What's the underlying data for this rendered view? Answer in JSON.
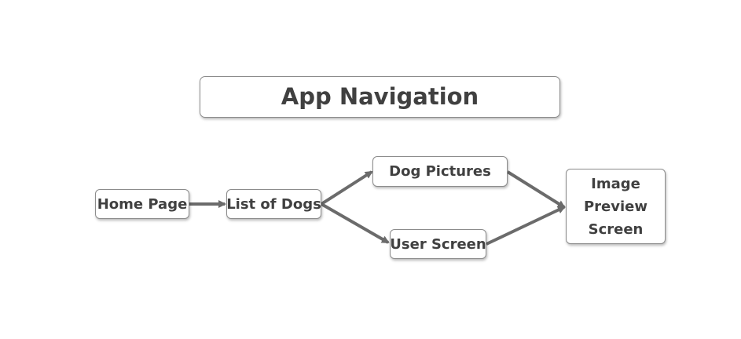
{
  "diagram": {
    "title": "App Navigation",
    "nodes": {
      "home": "Home Page",
      "list": "List of Dogs",
      "dog_pictures": "Dog Pictures",
      "user_screen": "User Screen",
      "image_preview": "Image\nPreview\nScreen"
    },
    "edges": [
      {
        "from": "home",
        "to": "list"
      },
      {
        "from": "list",
        "to": "dog_pictures"
      },
      {
        "from": "list",
        "to": "user_screen"
      },
      {
        "from": "dog_pictures",
        "to": "image_preview"
      },
      {
        "from": "user_screen",
        "to": "image_preview"
      }
    ],
    "colors": {
      "edge": "#6b6b6b",
      "border": "#8c8c8c",
      "text": "#404040"
    }
  }
}
